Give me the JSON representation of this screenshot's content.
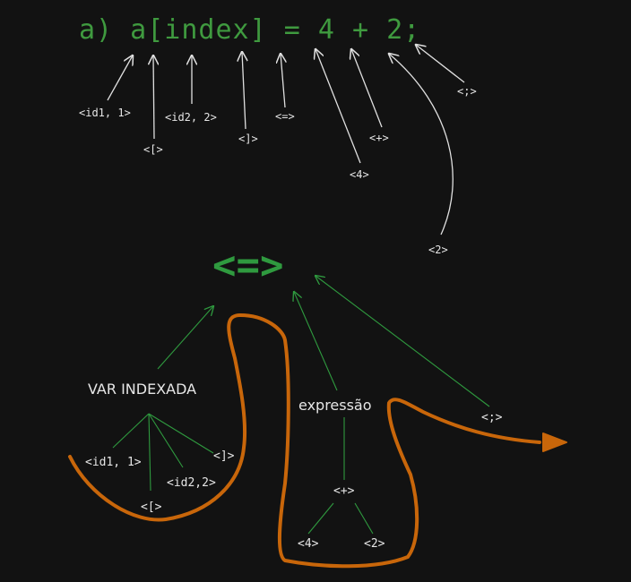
{
  "diagram": {
    "title": "a) a[index] = 4 + 2;",
    "tokens": [
      "<id1, 1>",
      "<[>",
      "<id2, 2>",
      "<]>",
      "<=>",
      "<4>",
      "<+>",
      "<2>",
      "<;>"
    ],
    "tree": {
      "root": "<=>",
      "var_indexada": "VAR INDEXADA",
      "var_children": [
        "<id1, 1>",
        "<[>",
        "<id2,2>",
        "<]>"
      ],
      "expressao": "expressão",
      "plus": "<+>",
      "plus_children": [
        "<4>",
        "<2>"
      ],
      "semicolon": "<;>"
    },
    "colors": {
      "background": "#121212",
      "title": "#3f9a3f",
      "tree_edge": "#2f9a3f",
      "token_arrow": "#e0e0e0",
      "traversal_path": "#c8660a"
    }
  }
}
